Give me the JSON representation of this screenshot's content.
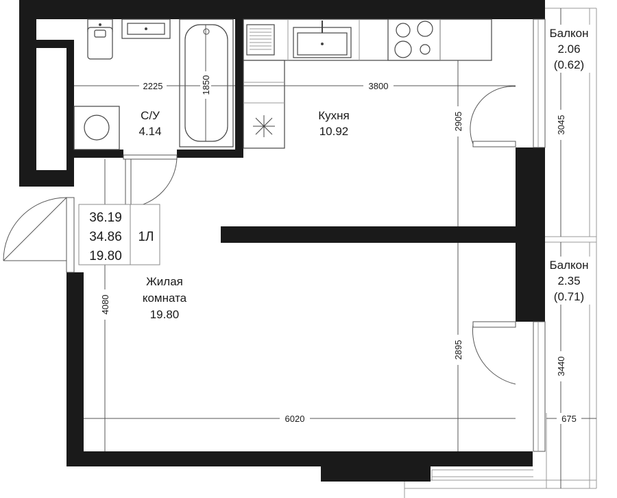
{
  "rooms": {
    "bathroom": {
      "name": "С/У",
      "area": "4.14"
    },
    "kitchen": {
      "name": "Кухня",
      "area": "10.92"
    },
    "living": {
      "name_line1": "Жилая",
      "name_line2": "комната",
      "area": "19.80"
    },
    "balcony_top": {
      "name": "Балкон",
      "area": "2.06",
      "reduced": "(0.62)"
    },
    "balcony_bottom": {
      "name": "Балкон",
      "area": "2.35",
      "reduced": "(0.71)"
    }
  },
  "summary": {
    "total_area": "36.19",
    "area_without_balcony": "34.86",
    "living_area": "19.80",
    "apartment_type": "1Л"
  },
  "dimensions": {
    "bathroom_width": "2225",
    "bathtub_length": "1850",
    "kitchen_width": "3800",
    "kitchen_depth": "2905",
    "balcony_top_length": "3045",
    "living_depth": "4080",
    "living_inner_depth": "2895",
    "living_width": "6020",
    "balcony_bottom_length": "3440",
    "balcony_width": "675"
  }
}
